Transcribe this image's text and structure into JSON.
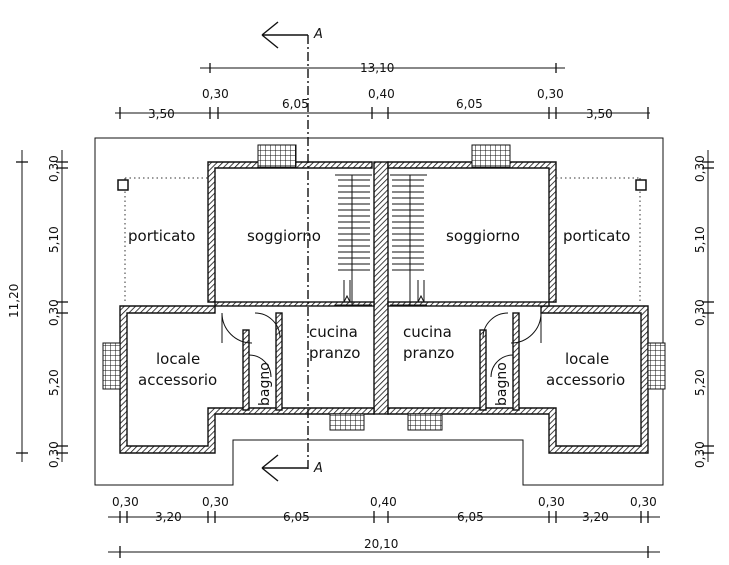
{
  "section_marks": {
    "top": "A",
    "bottom": "A"
  },
  "dimensions": {
    "top_total": "13,10",
    "top_row": [
      "0,30",
      "6,05",
      "0,40",
      "6,05",
      "0,30"
    ],
    "top_side_left": "3,50",
    "top_side_right": "3,50",
    "bottom_row": [
      "0,30",
      "3,20",
      "0,30",
      "6,05",
      "0,40",
      "6,05",
      "0,30",
      "3,20",
      "0,30"
    ],
    "bottom_total": "20,10",
    "left_total": "11,20",
    "left_column": [
      "0,30",
      "5,10",
      "0,30",
      "5,20",
      "0,30"
    ],
    "right_column": [
      "0,30",
      "5,10",
      "0,30",
      "5,20",
      "0,30"
    ]
  },
  "rooms": {
    "porticato_left": "porticato",
    "soggiorno_left": "soggiorno",
    "soggiorno_right": "soggiorno",
    "porticato_right": "porticato",
    "cucina_left": [
      "cucina",
      "pranzo"
    ],
    "cucina_right": [
      "cucina",
      "pranzo"
    ],
    "locale_left": [
      "locale",
      "accessorio"
    ],
    "locale_right": [
      "locale",
      "accessorio"
    ],
    "bagno_left": "bagno",
    "bagno_right": "bagno"
  }
}
